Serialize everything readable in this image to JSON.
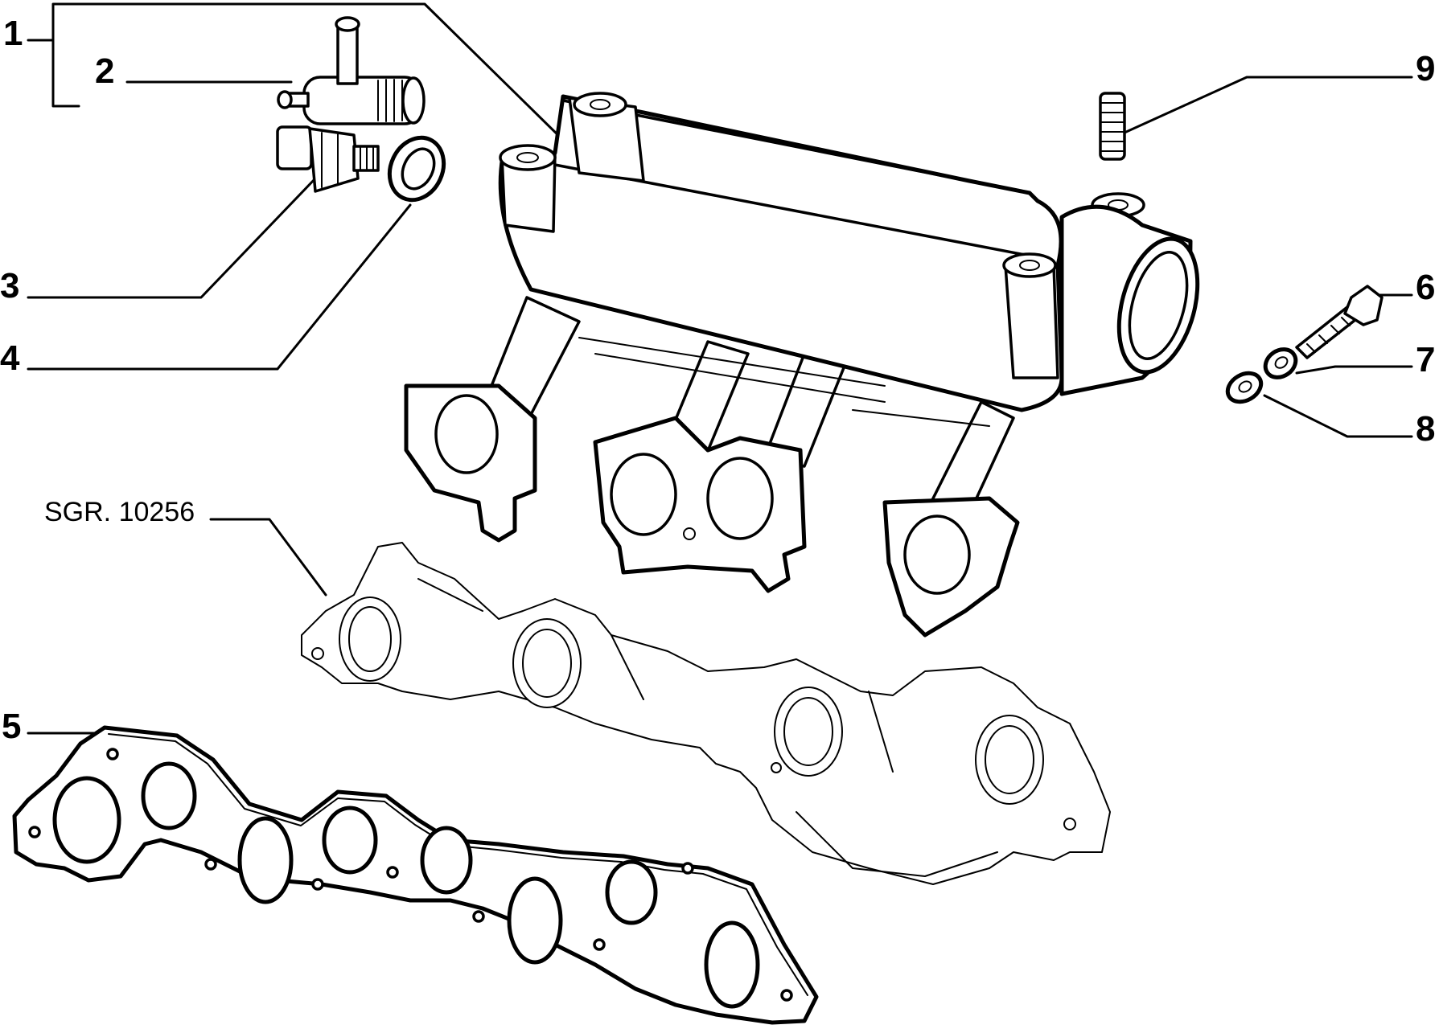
{
  "diagram": {
    "reference_code": "SGR. 10256",
    "callouts": [
      {
        "id": "1",
        "label": "1"
      },
      {
        "id": "2",
        "label": "2"
      },
      {
        "id": "3",
        "label": "3"
      },
      {
        "id": "4",
        "label": "4"
      },
      {
        "id": "5",
        "label": "5"
      },
      {
        "id": "6",
        "label": "6"
      },
      {
        "id": "7",
        "label": "7"
      },
      {
        "id": "8",
        "label": "8"
      },
      {
        "id": "9",
        "label": "9"
      }
    ]
  },
  "colors": {
    "line": "#000000",
    "background": "#ffffff"
  }
}
